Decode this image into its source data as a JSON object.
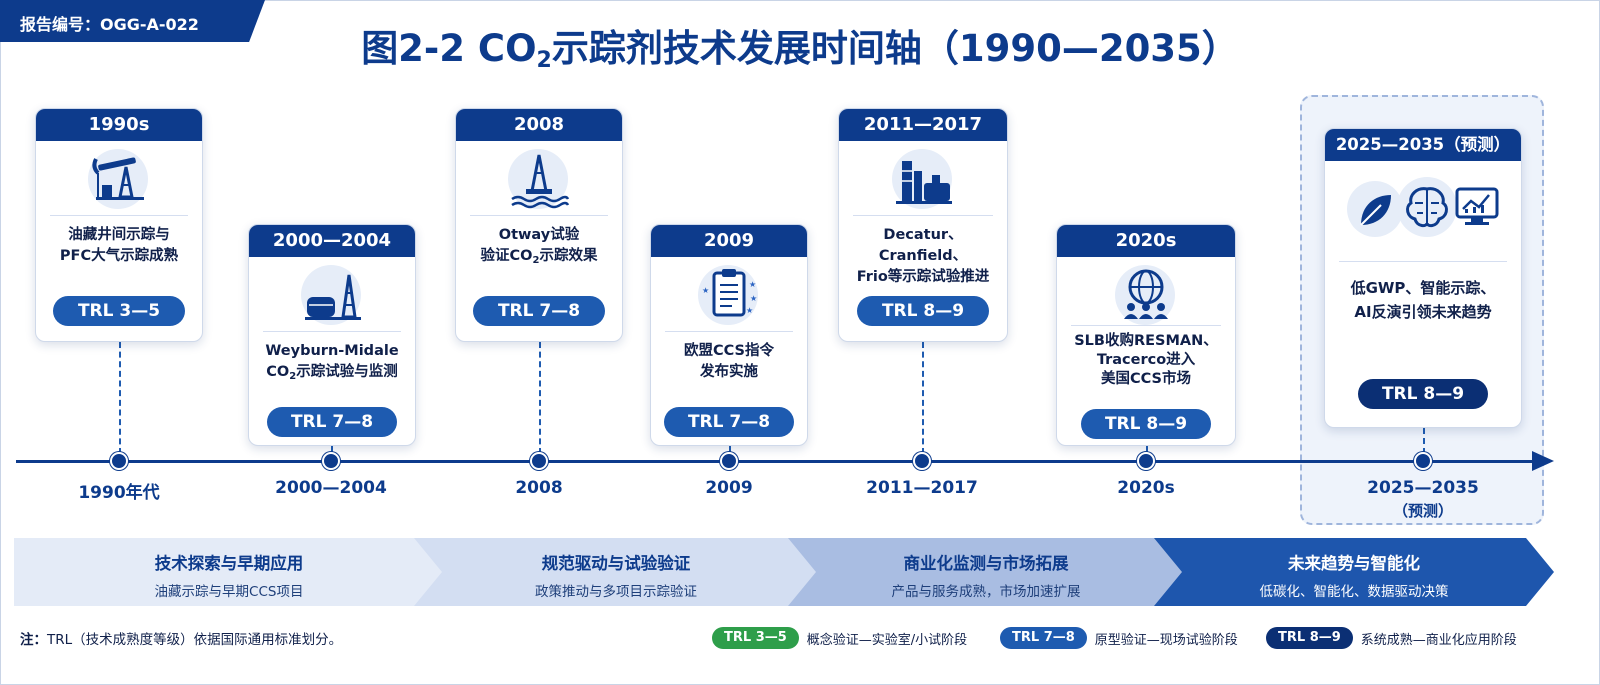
{
  "report_id": "报告编号：OGG-A-022",
  "title": {
    "prefix": "图2-2  CO",
    "sub": "2",
    "suffix": "示踪剂技术发展时间轴（1990—2035）"
  },
  "cards": [
    {
      "header": "1990s",
      "icon": "oil-pump-icon",
      "lines": [
        "油藏井间示踪与",
        "PFC大气示踪成熟"
      ],
      "trl": "TRL 3—5"
    },
    {
      "header": "2000—2004",
      "icon": "oil-storage-icon",
      "lines": [
        "Weyburn-Midale"
      ],
      "line2": {
        "pre": "CO",
        "sub": "2",
        "post": "示踪试验与监测"
      },
      "trl": "TRL 7—8"
    },
    {
      "header": "2008",
      "icon": "offshore-rig-icon",
      "lines": [
        "Otway试验"
      ],
      "line2": {
        "pre": "验证CO",
        "sub": "2",
        "post": "示踪效果"
      },
      "trl": "TRL 7—8"
    },
    {
      "header": "2009",
      "icon": "eu-clipboard-icon",
      "lines": [
        "欧盟CCS指令",
        "发布实施"
      ],
      "trl": "TRL 7—8"
    },
    {
      "header": "2011—2017",
      "icon": "refinery-icon",
      "lines": [
        "Decatur、Cranfield、",
        "Frio等示踪试验推进"
      ],
      "trl": "TRL 8—9"
    },
    {
      "header": "2020s",
      "icon": "global-team-icon",
      "lines": [
        "SLB收购RESMAN、",
        "Tracerco进入",
        "美国CCS市场"
      ],
      "trl": "TRL 8—9"
    },
    {
      "header": "2025—2035（预测）",
      "icons": [
        "leaf-icon",
        "ai-brain-icon",
        "analytics-monitor-icon"
      ],
      "lines": [
        "低GWP、智能示踪、",
        "AI反演引领未来趋势"
      ],
      "trl": "TRL 8—9"
    }
  ],
  "axis_labels": [
    "1990年代",
    "2000—2004",
    "2008",
    "2009",
    "2011—2017",
    "2020s",
    "2025—2035",
    "（预测）"
  ],
  "phases": [
    {
      "title": "技术探索与早期应用",
      "subtitle": "油藏示踪与早期CCS项目"
    },
    {
      "title": "规范驱动与试验验证",
      "subtitle": "政策推动与多项目示踪验证"
    },
    {
      "title": "商业化监测与市场拓展",
      "subtitle": "产品与服务成熟，市场加速扩展"
    },
    {
      "title": "未来趋势与智能化",
      "subtitle": "低碳化、智能化、数据驱动决策"
    }
  ],
  "footnote": {
    "label": "注：",
    "text": "TRL（技术成熟度等级）依据国际通用标准划分。"
  },
  "legend": [
    {
      "pill": "TRL 3—5",
      "text": "概念验证—实验室/小试阶段",
      "color": "#2e9e4a"
    },
    {
      "pill": "TRL 7—8",
      "text": "原型验证—现场试验阶段",
      "color": "#1e5bb0"
    },
    {
      "pill": "TRL 8—9",
      "text": "系统成熟—商业化应用阶段",
      "color": "#0b2f74"
    }
  ],
  "colors": {
    "navy": "#0d3b8c",
    "mid_blue": "#1e5bb0",
    "dark_blue": "#0b2f74",
    "green": "#2e9e4a"
  }
}
